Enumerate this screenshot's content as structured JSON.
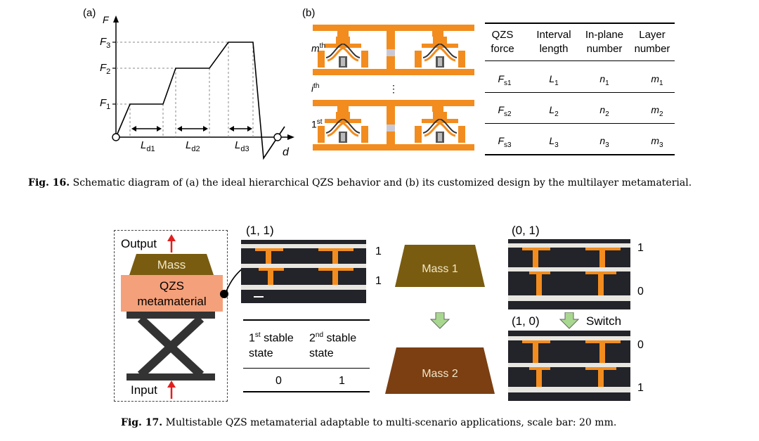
{
  "fig16": {
    "panel_a": {
      "label": "(a)",
      "y_axis": "F",
      "x_axis": "d",
      "levels": [
        "F",
        "F",
        "F"
      ],
      "level_subs": [
        "3",
        "2",
        "1"
      ],
      "widths": [
        "L",
        "L",
        "L"
      ],
      "width_subs": [
        "d1",
        "d2",
        "d3"
      ]
    },
    "panel_b": {
      "label": "(b)",
      "layers": [
        {
          "base": "m",
          "sup": "th"
        },
        {
          "base": "i",
          "sup": "th"
        },
        {
          "base": "1",
          "sup": "st"
        }
      ],
      "ellipsis": "⋮"
    },
    "table": {
      "headers": [
        [
          "QZS",
          "force"
        ],
        [
          "Interval",
          "length"
        ],
        [
          "In-plane",
          "number"
        ],
        [
          "Layer",
          "number"
        ]
      ],
      "rows": [
        [
          {
            "b": "F",
            "s": "s1"
          },
          {
            "b": "L",
            "s": "1"
          },
          {
            "b": "n",
            "s": "1"
          },
          {
            "b": "m",
            "s": "1"
          }
        ],
        [
          {
            "b": "F",
            "s": "s2"
          },
          {
            "b": "L",
            "s": "2"
          },
          {
            "b": "n",
            "s": "2"
          },
          {
            "b": "m",
            "s": "2"
          }
        ],
        [
          {
            "b": "F",
            "s": "s3"
          },
          {
            "b": "L",
            "s": "3"
          },
          {
            "b": "n",
            "s": "3"
          },
          {
            "b": "m",
            "s": "3"
          }
        ]
      ]
    },
    "caption_label": "Fig. 16.",
    "caption_text": "Schematic diagram of (a) the ideal hierarchical QZS behavior and (b) its customized design by the multilayer metamaterial."
  },
  "fig17": {
    "schematic": {
      "output": "Output",
      "mass": "Mass",
      "qzs_line1": "QZS",
      "qzs_line2": "metamaterial",
      "input": "Input"
    },
    "state_11": "(1, 1)",
    "state_01": "(0, 1)",
    "state_10": "(1, 0)",
    "switch": "Switch",
    "bits_left": [
      "1",
      "1"
    ],
    "bits_right_top": [
      "1",
      "0"
    ],
    "bits_right_bottom": [
      "0",
      "1"
    ],
    "mass1": "Mass 1",
    "mass2": "Mass 2",
    "stable_table": {
      "h1_base": "1",
      "h1_sup": "st",
      "h1_rest": " stable",
      "h1_line2": "state",
      "h2_base": "2",
      "h2_sup": "nd",
      "h2_rest": " stable",
      "h2_line2": "state",
      "v1": "0",
      "v2": "1"
    },
    "caption_label": "Fig. 17.",
    "caption_text": "Multistable QZS metamaterial adaptable to multi-scenario applications, scale bar: 20 mm."
  },
  "colors": {
    "orange": "#f28c1e",
    "mass_olive": "#7a5c10",
    "mass_brown": "#7b3f12",
    "qzs_salmon": "#f4a07a",
    "arrow_red": "#e02020",
    "arrow_green": "#a8d890"
  }
}
